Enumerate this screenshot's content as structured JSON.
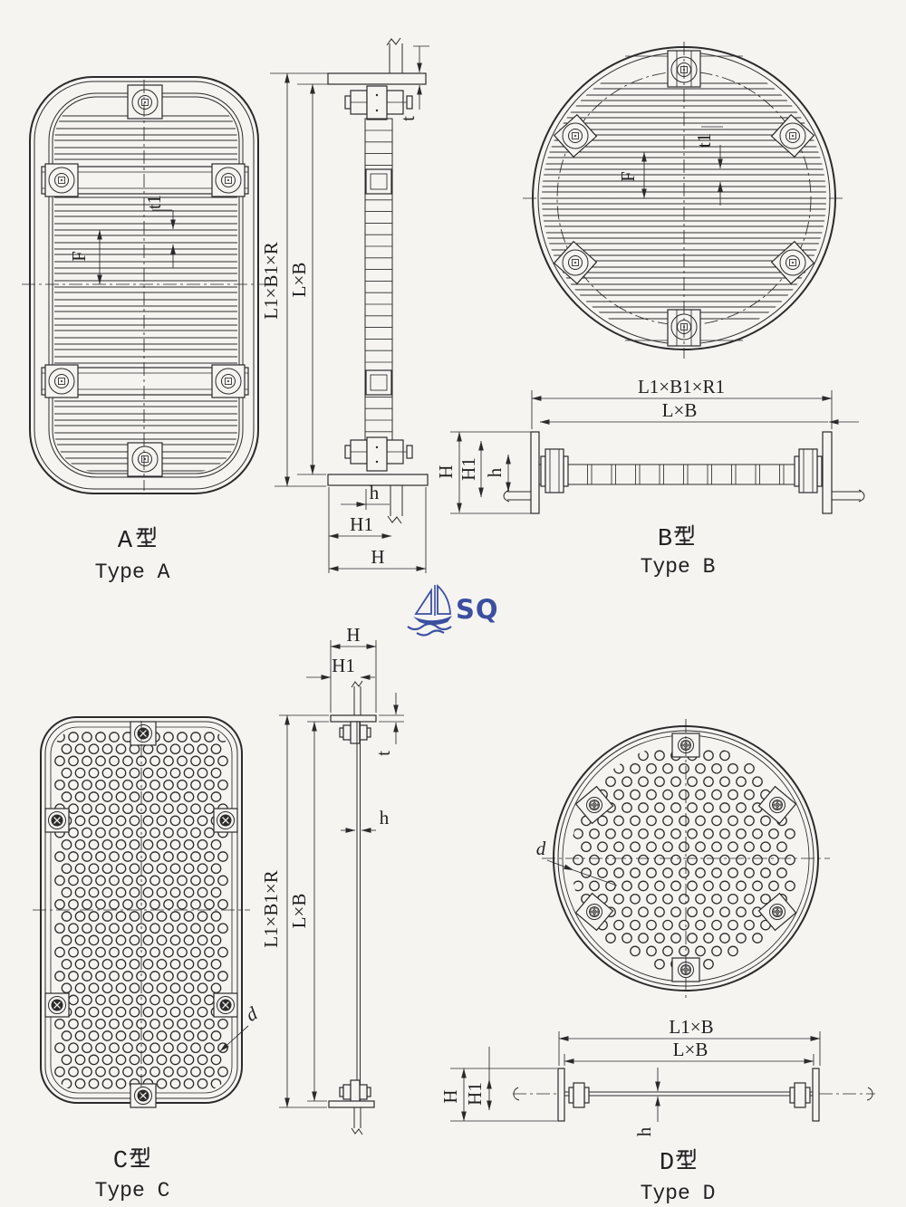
{
  "canvas": {
    "bg": "#f5f4f1",
    "ink": "#2b2b2b"
  },
  "logo": {
    "text": "SQ",
    "color": "#3b4fa0",
    "icon": "sailboat-icon"
  },
  "types": {
    "a": {
      "letter": "A",
      "label_cn": "A型",
      "label_en": "Type A",
      "dims": {
        "t1": "t1",
        "F": "F",
        "outer": "L1×B1×R",
        "inner": "L×B",
        "t": "t",
        "h": "h",
        "H1": "H1",
        "H": "H"
      }
    },
    "b": {
      "letter": "B",
      "label_cn": "B型",
      "label_en": "Type B",
      "dims": {
        "F": "F",
        "t1": "t1",
        "outer": "L1×B1×R1",
        "inner": "L×B",
        "H": "H",
        "H1": "H1",
        "h": "h"
      }
    },
    "c": {
      "letter": "C",
      "label_cn": "C型",
      "label_en": "Type C",
      "dims": {
        "H": "H",
        "H1": "H1",
        "t": "t",
        "h": "h",
        "outer": "L1×B1×R",
        "inner": "L×B",
        "d": "d"
      }
    },
    "d": {
      "letter": "D",
      "label_cn": "D型",
      "label_en": "Type D",
      "dims": {
        "outer": "L1×B",
        "inner": "L×B",
        "H": "H",
        "H1": "H1",
        "h": "h",
        "d": "d"
      }
    }
  }
}
